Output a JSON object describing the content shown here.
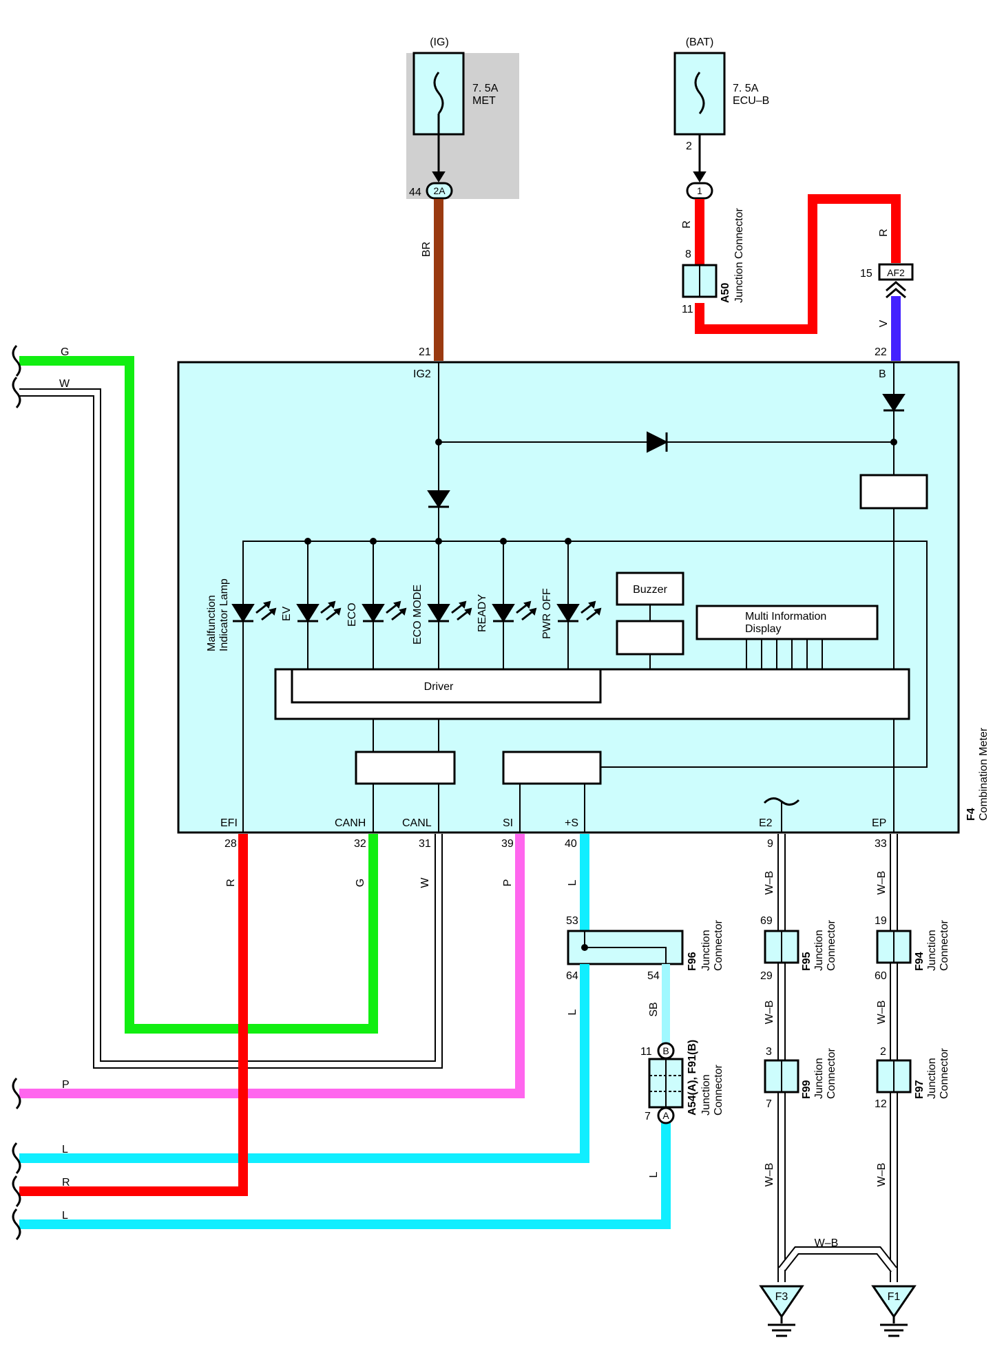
{
  "colors": {
    "BR": "#9a3a10",
    "R": "#ff0000",
    "V": "#4422ff",
    "G": "#11ee11",
    "W": "#ffffff",
    "P": "#ff66ee",
    "L": "#11eeff",
    "SB": "#a0f8ff",
    "W-B": "#ffffff",
    "module_fill": "#cdfdfd",
    "shade": "#d0d0d0"
  },
  "fuses": {
    "ig_source": "(IG)",
    "met_rating": "7. 5A",
    "met_name": "MET",
    "bat_source": "(BAT)",
    "ecu_rating": "7. 5A",
    "ecu_name": "ECU–B"
  },
  "connectors": {
    "2A": "2A",
    "2A_pin": "44",
    "c1": "1",
    "ecu_pin": "2",
    "A50_id": "A50",
    "A50_name": "Junction Connector",
    "A50_pin_in": "8",
    "A50_pin_out": "11",
    "AF2": "AF2",
    "AF2_pin": "15",
    "F96_id": "F96",
    "F96_name_1": "Junction",
    "F96_name_2": "Connector",
    "F96_p53": "53",
    "F96_p64": "64",
    "F96_p54": "54",
    "A54_id": "A54(A), F91(B)",
    "A54_name_1": "Junction",
    "A54_name_2": "Connector",
    "A54_B": "B",
    "A54_A": "A",
    "A54_p11": "11",
    "A54_p7": "7",
    "F95_id": "F95",
    "F95_name_1": "Junction",
    "F95_name_2": "Connector",
    "F95_p69": "69",
    "F95_p29": "29",
    "F94_id": "F94",
    "F94_name_1": "Junction",
    "F94_name_2": "Connector",
    "F94_p19": "19",
    "F94_p60": "60",
    "F99_id": "F99",
    "F99_name_1": "Junction",
    "F99_name_2": "Connector",
    "F99_p3": "3",
    "F99_p7": "7",
    "F97_id": "F97",
    "F97_name_1": "Junction",
    "F97_name_2": "Connector",
    "F97_p2": "2",
    "F97_p12": "12"
  },
  "wires": {
    "br": "BR",
    "r_top": "R",
    "r_af2": "R",
    "v": "V",
    "g_left": "G",
    "w_left": "W",
    "p_left": "P",
    "l_left1": "L",
    "r_left": "R",
    "l_left2": "L",
    "efi_r": "R",
    "canh_g": "G",
    "canl_w": "W",
    "si_p": "P",
    "s_l": "L",
    "f96_l": "L",
    "sb": "SB",
    "a54_l": "L",
    "wb1": "W–B",
    "wb2": "W–B",
    "wb3": "W–B",
    "wb4": "W–B",
    "wb5": "W–B",
    "wb6": "W–B",
    "wb_join": "W–B"
  },
  "meter": {
    "id": "F4",
    "name": "Combination Meter",
    "pin_ig2": "21",
    "term_ig2": "IG2",
    "pin_b": "22",
    "term_b": "B",
    "pin_efi": "28",
    "term_efi": "EFI",
    "pin_canh": "32",
    "term_canh": "CANH",
    "pin_canl": "31",
    "term_canl": "CANL",
    "pin_si": "39",
    "term_si": "SI",
    "pin_s": "40",
    "term_s": "+S",
    "pin_e2": "9",
    "term_e2": "E2",
    "pin_ep": "33",
    "term_ep": "EP",
    "lamp_mil_1": "Malfunction",
    "lamp_mil_2": "Indicator Lamp",
    "lamp_ev": "EV",
    "lamp_eco": "ECO",
    "lamp_eco_mode": "ECO MODE",
    "lamp_ready": "READY",
    "lamp_pwr_off": "PWR OFF",
    "buzzer": "Buzzer",
    "mid_1": "Multi Information",
    "mid_2": "Display",
    "driver": "Driver"
  },
  "grounds": {
    "f3": "F3",
    "f1": "F1"
  }
}
